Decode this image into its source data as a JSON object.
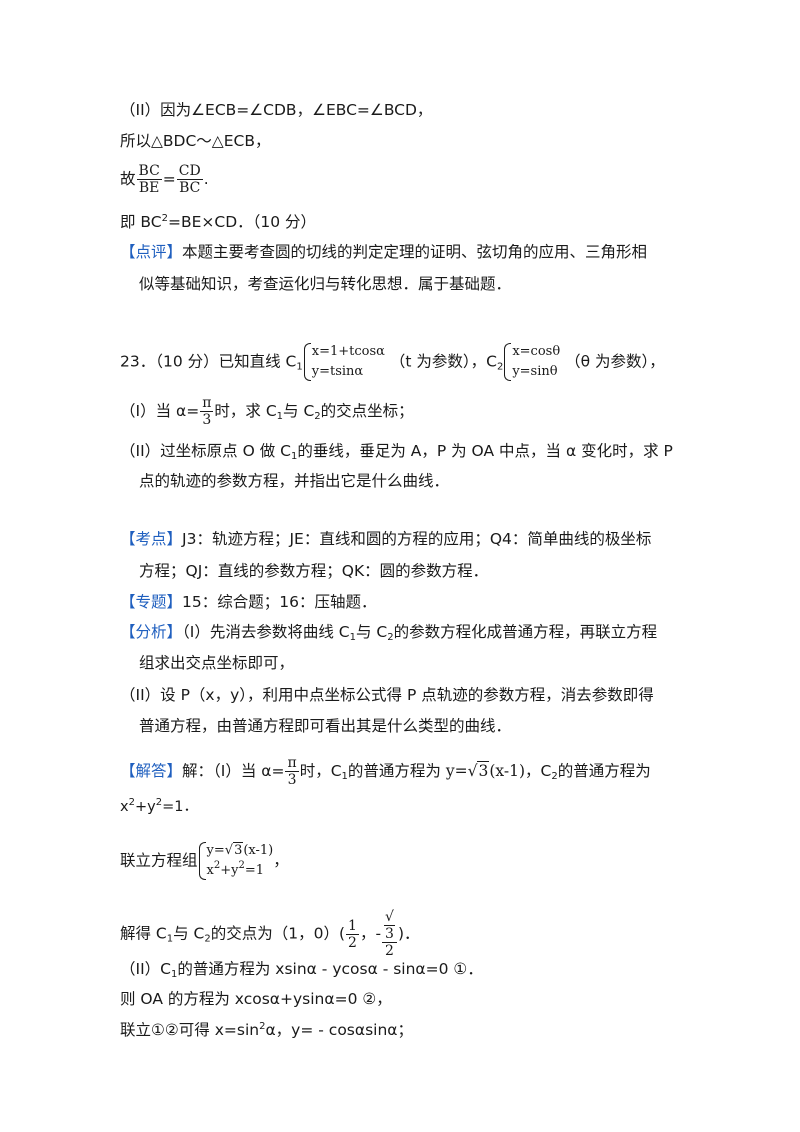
{
  "l1": "（II）因为∠ECB=∠CDB，∠EBC=∠BCD，",
  "l2": "所以△BDC～△ECB，",
  "l3_pre": "故",
  "l3_f1_num": "BC",
  "l3_f1_den": "BE",
  "l3_eq": "=",
  "l3_f2_num": "CD",
  "l3_f2_den": "BC",
  "l3_end": ".",
  "l4_a": "即 BC",
  "l4_sup": "2",
  "l4_b": "=BE×CD．（10 分）",
  "dianping_tag": "【点评】",
  "dianping_1": "本题主要考查圆的切线的判定定理的证明、弦切角的应用、三角形相",
  "dianping_2": "似等基础知识，考查运化归与转化思想．属于基础题．",
  "q_a": "23．（10 分）已知直线 C",
  "q_sub1": "1",
  "q_sys1_r1": "x=1+tcosα",
  "q_sys1_r2": "y=tsinα",
  "q_b": "（t 为参数），C",
  "q_sub2": "2",
  "q_sys2_r1": "x=cosθ",
  "q_sys2_r2": "y=sinθ",
  "q_c": "（θ 为参数），",
  "p1_a": "（I）当 α=",
  "p1_num": "π",
  "p1_den": "3",
  "p1_b": "时，求 C",
  "p1_s1": "1",
  "p1_c": "与 C",
  "p1_s2": "2",
  "p1_d": "的交点坐标；",
  "p2_a": "（II）过坐标原点 O 做 C",
  "p2_s1": "1",
  "p2_b": "的垂线，垂足为 A，P 为 OA 中点，当 α 变化时，求 P",
  "p2_2": "点的轨迹的参数方程，并指出它是什么曲线．",
  "kd_tag": "【考点】",
  "kd_1": "J3：轨迹方程；JE：直线和圆的方程的应用；Q4：简单曲线的极坐标",
  "kd_2": "方程；QJ：直线的参数方程；QK：圆的参数方程．",
  "zt_tag": "【专题】",
  "zt_1": "15：综合题；16：压轴题．",
  "fx_tag": "【分析】",
  "fx_1a": "（I）先消去参数将曲线 C",
  "fx_1s1": "1",
  "fx_1b": "与 C",
  "fx_1s2": "2",
  "fx_1c": "的参数方程化成普通方程，再联立方程",
  "fx_2": "组求出交点坐标即可，",
  "fx_3": "（II）设 P（x，y），利用中点坐标公式得 P 点轨迹的参数方程，消去参数即得",
  "fx_4": "普通方程，由普通方程即可看出其是什么类型的曲线．",
  "jd_tag": "【解答】",
  "jd_1a": "解：（I）当 α=",
  "jd_num": "π",
  "jd_den": "3",
  "jd_1b": "时，C",
  "jd_s1": "1",
  "jd_1c": "的普通方程为 ",
  "jd_eq1a": "y=",
  "jd_eq1b": "3",
  "jd_eq1c": "(x-1)",
  "jd_1d": "，C",
  "jd_s2": "2",
  "jd_1e": "的普通方程为",
  "jd_2a": "x",
  "jd_2s1": "2",
  "jd_2b": "+y",
  "jd_2s2": "2",
  "jd_2c": "=1．",
  "lz_a": "联立方程组",
  "lz_r1a": "y=",
  "lz_r1b": "3",
  "lz_r1c": "(x-1)",
  "lz_r2a": "x",
  "lz_r2s1": "2",
  "lz_r2b": "+y",
  "lz_r2s2": "2",
  "lz_r2c": "=1",
  "lz_end": "，",
  "jd_3a": "解得 C",
  "jd_3s1": "1",
  "jd_3b": "与 C",
  "jd_3s2": "2",
  "jd_3c": "的交点为（1，0）(",
  "jd_3f1n": "1",
  "jd_3f1d": "2",
  "jd_3comma": "，-",
  "jd_3f2n": "3",
  "jd_3f2d": "2",
  "jd_3end": ")．",
  "p4_a": "（II）C",
  "p4_s": "1",
  "p4_b": "的普通方程为 xsinα - ycosα - sinα=0 ①．",
  "p5": "则 OA 的方程为 xcosα+ysinα=0 ②，",
  "p6_a": "联立①②可得 x=sin",
  "p6_s": "2",
  "p6_b": "α，y= - cosαsinα；"
}
